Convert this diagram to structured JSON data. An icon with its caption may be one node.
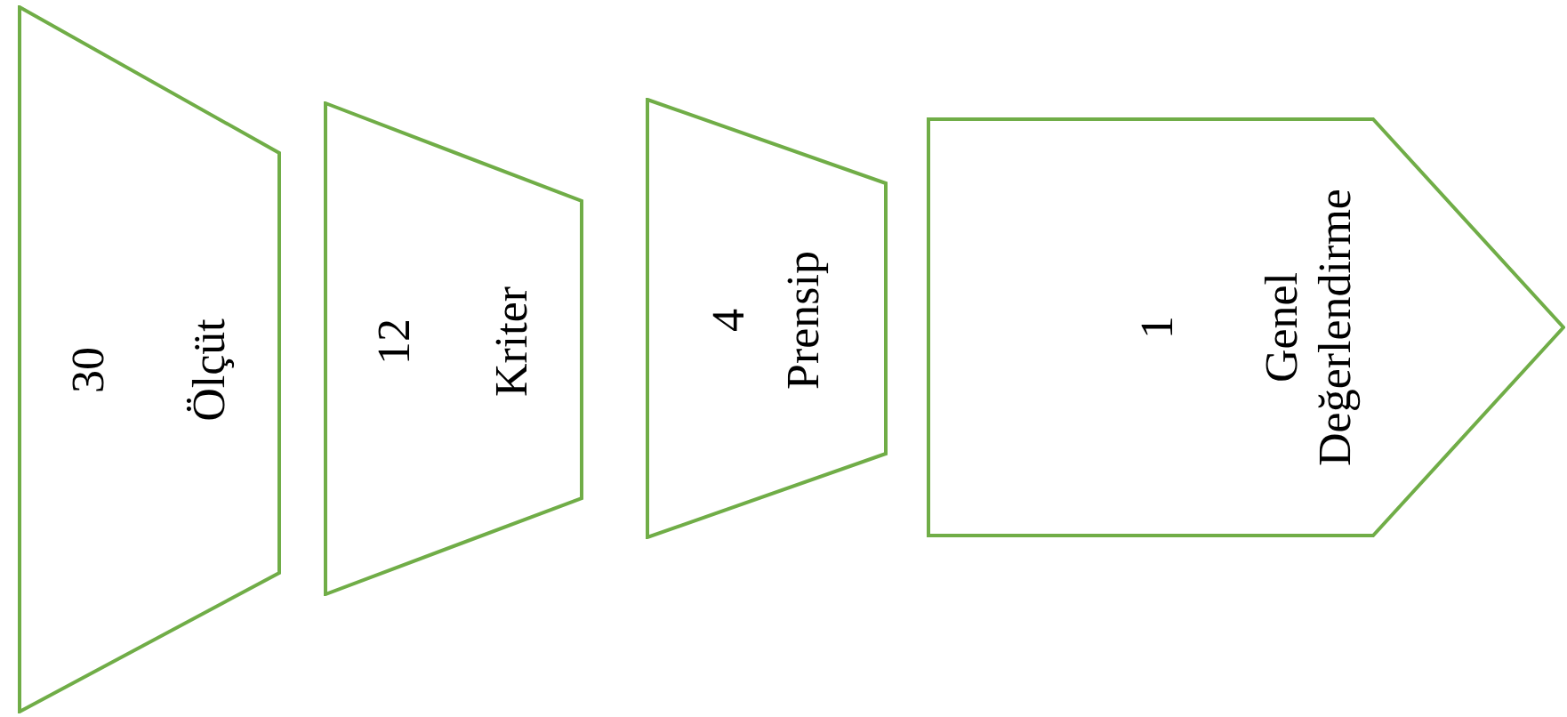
{
  "diagram": {
    "nodes": [
      {
        "text": [
          "30",
          "Ölçüt"
        ]
      },
      {
        "text": [
          "12",
          "Kriter"
        ]
      },
      {
        "text": [
          "4",
          "Prensip"
        ]
      },
      {
        "text": [
          "1",
          "Genel Değerlendirme"
        ]
      }
    ]
  }
}
